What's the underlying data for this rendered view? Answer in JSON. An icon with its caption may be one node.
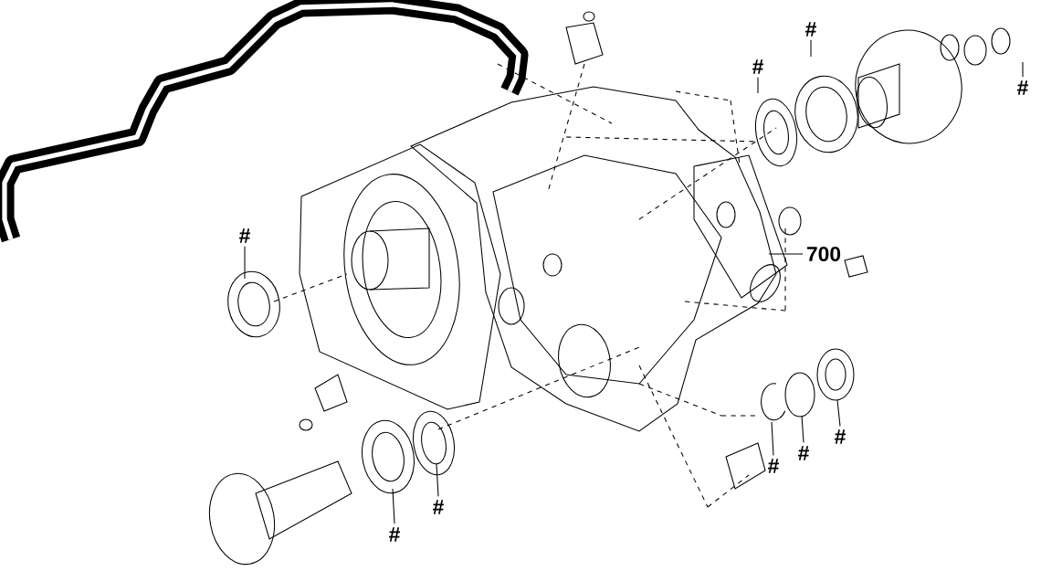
{
  "diagram": {
    "nodes": [
      {
        "text": [
          "#"
        ]
      },
      {
        "text": [
          "#"
        ]
      },
      {
        "text": [
          "#"
        ]
      },
      {
        "text": [
          "#"
        ]
      },
      {
        "text": [
          "700"
        ]
      },
      {
        "text": [
          "#"
        ]
      },
      {
        "text": [
          "#"
        ]
      },
      {
        "text": [
          "#"
        ]
      },
      {
        "text": [
          "#"
        ]
      },
      {
        "text": [
          "#"
        ]
      }
    ],
    "edges": [
      {
        "from": 0,
        "to": null,
        "arrow": "none"
      },
      {
        "from": 1,
        "to": null,
        "arrow": "none"
      },
      {
        "from": 2,
        "to": null,
        "arrow": "none"
      },
      {
        "from": 3,
        "to": null,
        "arrow": "none"
      },
      {
        "from": 4,
        "to": null,
        "arrow": "none"
      },
      {
        "from": 5,
        "to": null,
        "arrow": "none"
      },
      {
        "from": 6,
        "to": null,
        "arrow": "none"
      },
      {
        "from": 7,
        "to": null,
        "arrow": "none"
      },
      {
        "from": 8,
        "to": null,
        "arrow": "none"
      },
      {
        "from": 9,
        "to": null,
        "arrow": "none"
      }
    ]
  }
}
